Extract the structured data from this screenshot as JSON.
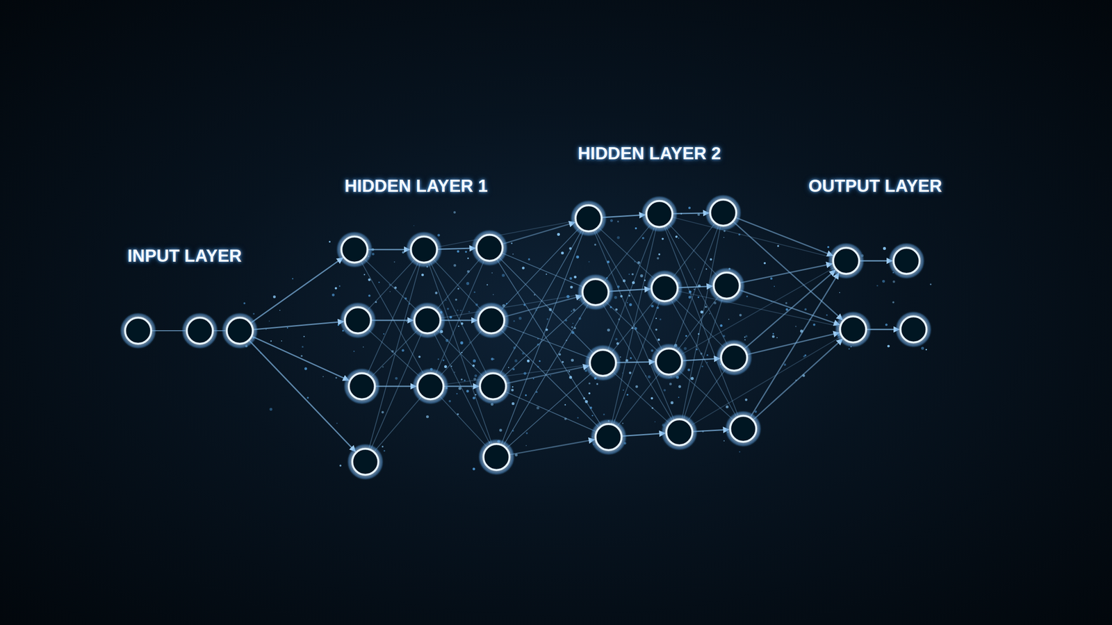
{
  "diagram": {
    "labels": [
      "INPUT LAYER",
      "HIDDEN LAYER 1",
      "HIDDEN LAYER 2",
      "OUTPUT LAYER"
    ]
  }
}
